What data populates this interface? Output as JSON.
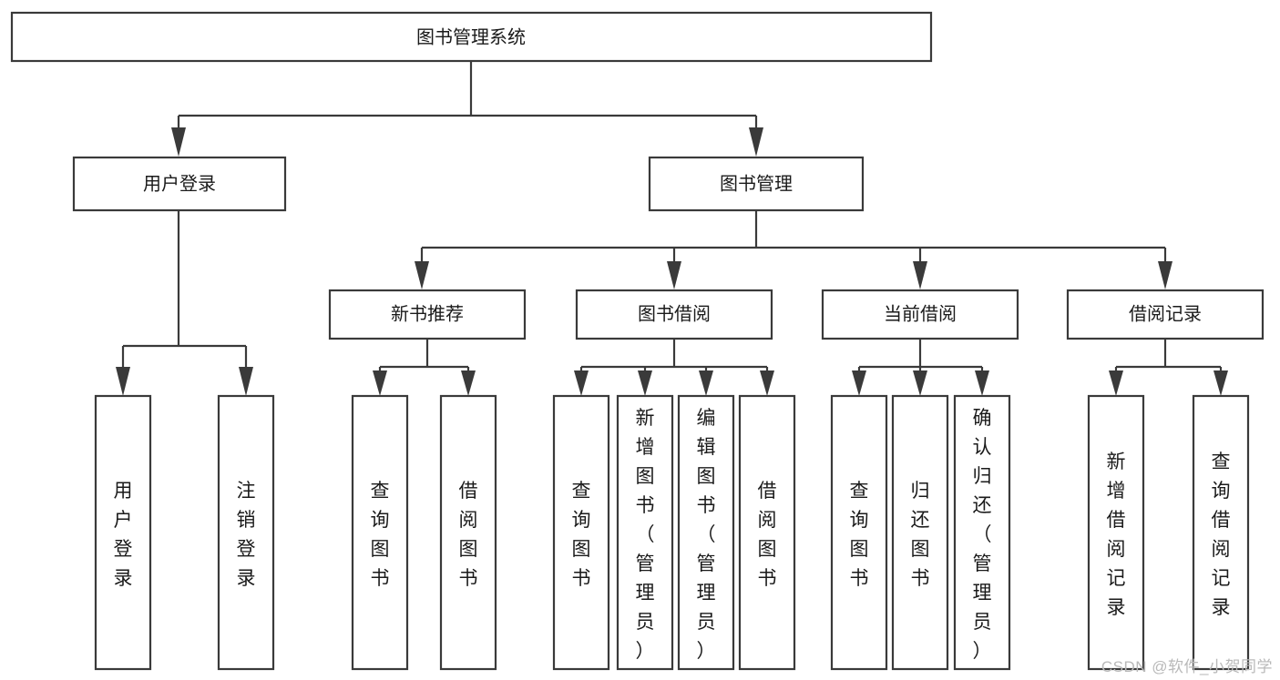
{
  "diagram": {
    "title": "图书管理系统",
    "type": "tree-hierarchy",
    "watermark": "CSDN @软件_小贺同学",
    "colors": {
      "stroke": "#3a3a3a",
      "fill": "#ffffff",
      "text": "#1a1a1a",
      "watermark": "#b9b9b9"
    },
    "levels": {
      "root": "图书管理系统",
      "level2": [
        "用户登录",
        "图书管理"
      ],
      "level3": [
        "新书推荐",
        "图书借阅",
        "当前借阅",
        "借阅记录"
      ]
    },
    "nodes": {
      "root": {
        "label": "图书管理系统"
      },
      "user_login": {
        "label": "用户登录"
      },
      "book_manage": {
        "label": "图书管理"
      },
      "new_book_rec": {
        "label": "新书推荐"
      },
      "book_borrow": {
        "label": "图书借阅"
      },
      "current_borrow": {
        "label": "当前借阅"
      },
      "borrow_record": {
        "label": "借阅记录"
      }
    },
    "leaves": {
      "user_login": [
        {
          "label": "用户登录"
        },
        {
          "label": "注销登录"
        }
      ],
      "new_book_rec": [
        {
          "label": "查询图书"
        },
        {
          "label": "借阅图书"
        }
      ],
      "book_borrow": [
        {
          "label": "查询图书"
        },
        {
          "label": "新增图书（管理员）"
        },
        {
          "label": "编辑图书（管理员）"
        },
        {
          "label": "借阅图书"
        }
      ],
      "current_borrow": [
        {
          "label": "查询图书"
        },
        {
          "label": "归还图书"
        },
        {
          "label": "确认归还（管理员）"
        }
      ],
      "borrow_record": [
        {
          "label": "新增借阅记录"
        },
        {
          "label": "查询借阅记录"
        }
      ]
    }
  }
}
